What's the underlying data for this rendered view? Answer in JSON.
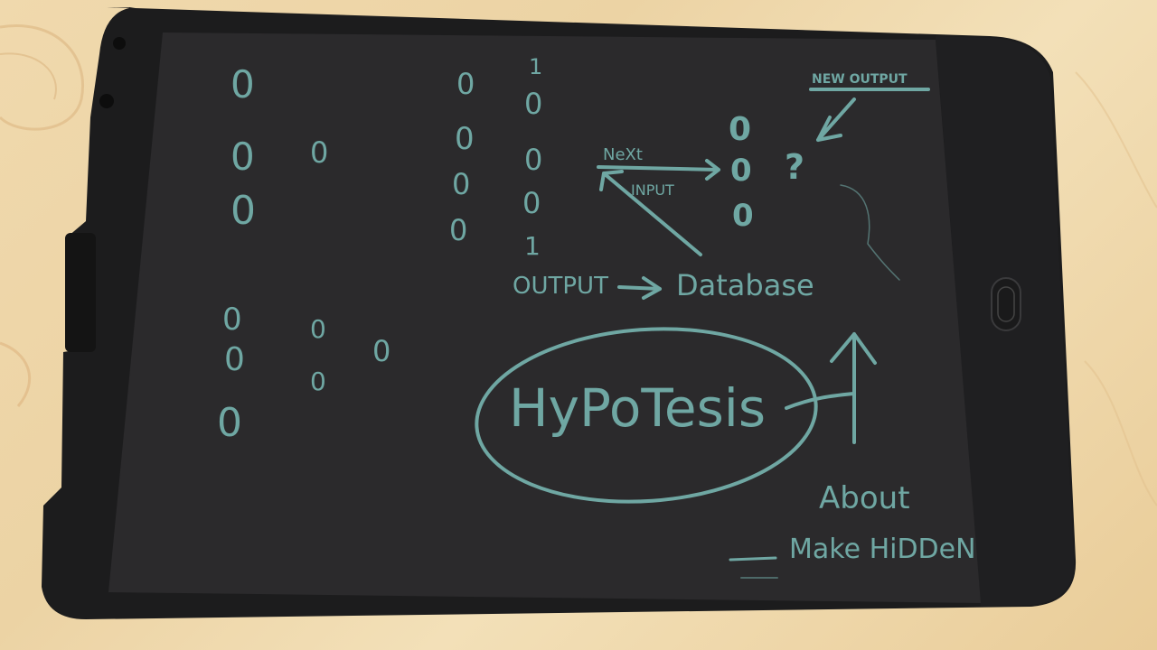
{
  "colors": {
    "ink": "#6fa7a3",
    "device_body": "#1c1c1d",
    "screen": "#2b2a2c",
    "table": "#efd8ab"
  },
  "board": {
    "digits": {
      "col1": [
        "0",
        "0",
        "0"
      ],
      "col1_lower": [
        "0",
        "0",
        "0"
      ],
      "col2": [
        "0"
      ],
      "col2_lower": [
        "0",
        "0"
      ],
      "col3_lower": [
        "0"
      ],
      "col4": [
        "0",
        "0",
        "0",
        "0"
      ],
      "col5": [
        "1",
        "0",
        "0",
        "0",
        "1"
      ],
      "output_bits": [
        "0",
        "0",
        "0"
      ]
    },
    "labels": {
      "new_output": "NEW OUTPUT",
      "next": "NeXt",
      "input": "INPUT",
      "question": "?",
      "output": "OUTPUT",
      "database": "Database",
      "hypotesis": "HyPoTesis",
      "about": "About",
      "make_hidden": "Make HiDDeN"
    }
  }
}
